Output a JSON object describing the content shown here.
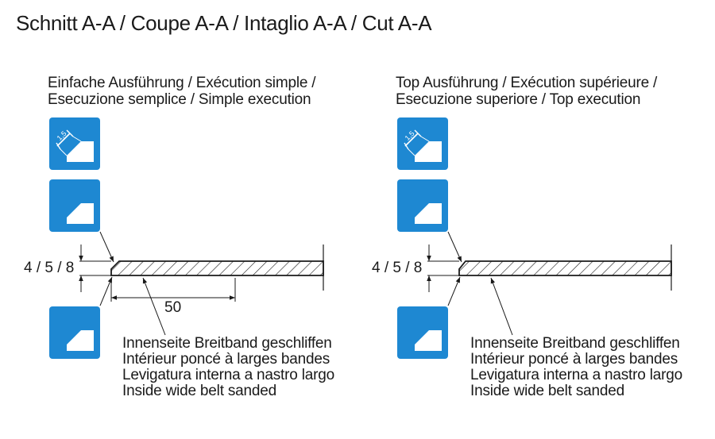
{
  "title": "Schnitt A-A / Coupe A-A / Intaglio A-A / Cut A-A",
  "left": {
    "heading_line1": "Einfache Ausführung / Exécution simple /",
    "heading_line2": "Esecuzione semplice / Simple execution",
    "thickness_label": "4 / 5 / 8",
    "width_label": "50",
    "note": [
      "Innenseite Breitband geschliffen",
      "Intérieur poncé à larges bandes",
      "Levigatura interna a nastro largo",
      "Inside wide belt sanded"
    ],
    "chamfer_value": "1,5"
  },
  "right": {
    "heading_line1": "Top Ausführung /  Exécution supérieure /",
    "heading_line2": "Esecuzione superiore / Top execution",
    "thickness_label": "4 / 5 / 8",
    "note": [
      "Innenseite Breitband geschliffen",
      "Intérieur poncé à larges bandes",
      "Levigatura interna a nastro largo",
      "Inside wide belt sanded"
    ],
    "chamfer_value": "1,5"
  },
  "colors": {
    "tile_blue": "#1e88d2",
    "line": "#1a1a1a"
  },
  "icons": [
    "chamfer-dimension-icon",
    "chamfer-edge-icon"
  ]
}
